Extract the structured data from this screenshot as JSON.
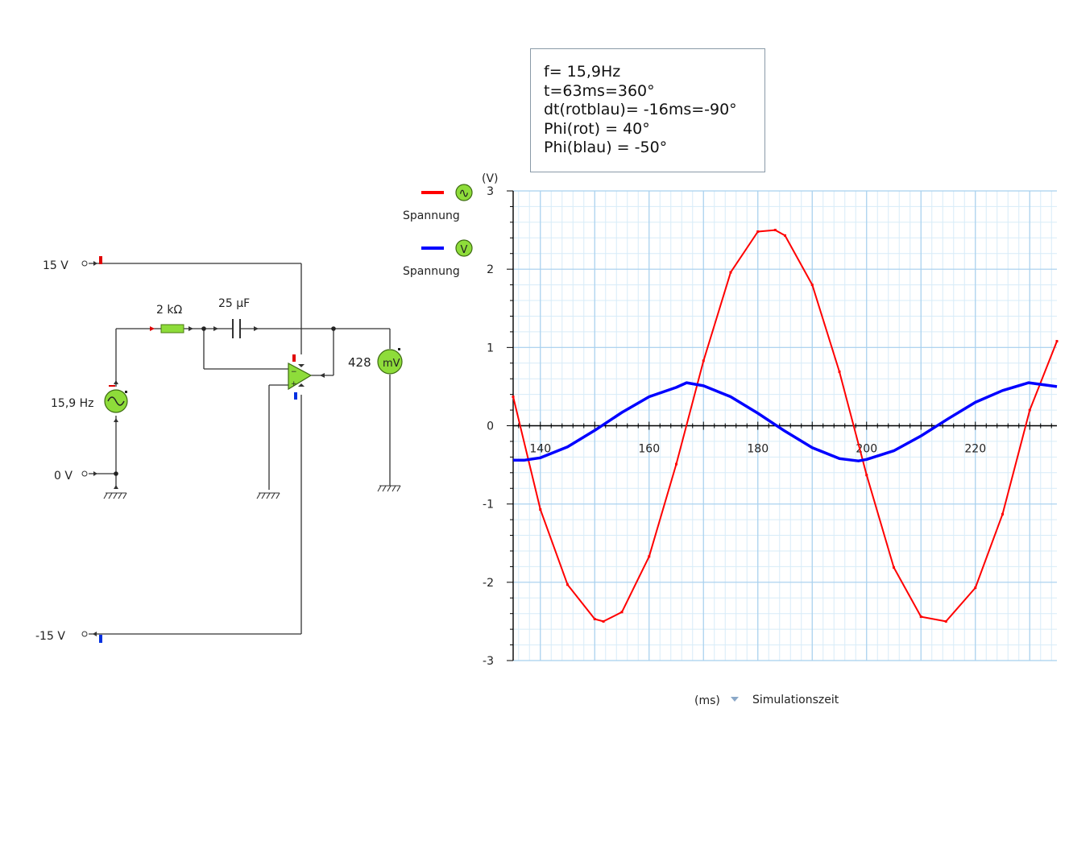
{
  "info_box": {
    "lines": [
      "f= 15,9Hz",
      "t=63ms=360°",
      "dt(rotblau)= -16ms=-90°",
      "Phi(rot) = 40°",
      "Phi(blau) = -50°"
    ]
  },
  "circuit": {
    "supply_pos_label": "15 V",
    "supply_neg_label": "-15 V",
    "ground_label": "0 V",
    "source_freq_label": "15,9 Hz",
    "resistor_label": "2 kΩ",
    "capacitor_label": "25 µF",
    "meter_value": "428",
    "meter_unit": "mV"
  },
  "legend": {
    "items": [
      {
        "label": "Spannung",
        "color": "#ff0000",
        "icon": "sine-source-icon",
        "glyph": "∿"
      },
      {
        "label": "Spannung",
        "color": "#0000ff",
        "icon": "voltmeter-icon",
        "glyph": "V"
      }
    ]
  },
  "chart_data": {
    "type": "line",
    "ylabel": "(V)",
    "xlabel": "(ms)",
    "xaxis_selector": "Simulationszeit",
    "xlim": [
      135,
      235
    ],
    "ylim": [
      -3,
      3
    ],
    "x_ticks": [
      140,
      160,
      180,
      200,
      220
    ],
    "y_ticks": [
      3,
      2,
      1,
      0,
      -1,
      -2,
      -3
    ],
    "grid": true,
    "series": [
      {
        "color": "#ff0000",
        "x": [
          135,
          140,
          145,
          150,
          151.6,
          155,
          160,
          165,
          170,
          175,
          180,
          183.2,
          185,
          190,
          195,
          200,
          205,
          210,
          214.6,
          220,
          225,
          230,
          235
        ],
        "y": [
          0.37,
          -1.07,
          -2.03,
          -2.47,
          -2.5,
          -2.38,
          -1.67,
          -0.49,
          0.83,
          1.96,
          2.48,
          2.5,
          2.43,
          1.8,
          0.69,
          -0.63,
          -1.81,
          -2.44,
          -2.5,
          -2.07,
          -1.13,
          0.2,
          1.08
        ]
      },
      {
        "color": "#0000ff",
        "x": [
          135,
          137,
          140,
          145,
          150,
          155,
          160,
          165,
          166.9,
          170,
          175,
          180,
          185,
          190,
          195,
          198.5,
          200,
          205,
          210,
          215,
          220,
          225,
          229.8,
          235
        ],
        "y": [
          -0.44,
          -0.44,
          -0.41,
          -0.27,
          -0.06,
          0.17,
          0.37,
          0.49,
          0.55,
          0.51,
          0.37,
          0.16,
          -0.07,
          -0.28,
          -0.42,
          -0.45,
          -0.43,
          -0.32,
          -0.13,
          0.09,
          0.3,
          0.45,
          0.55,
          0.5
        ]
      }
    ]
  }
}
